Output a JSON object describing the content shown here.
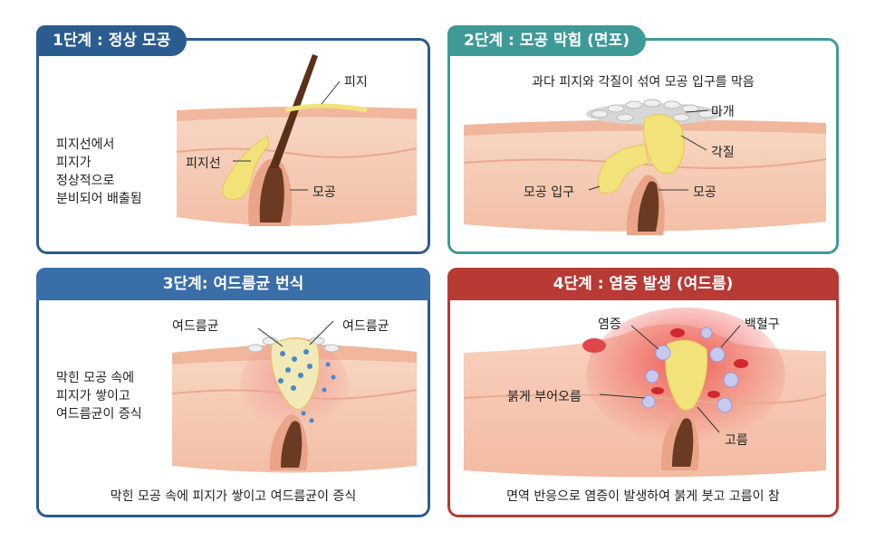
{
  "panel1": {
    "title": "1단계 : 정상 모공",
    "desc": [
      "피지선에서",
      "피지가",
      "정상적으로",
      "분비되어 배출됨"
    ],
    "labels": {
      "sebum": "피지",
      "gland": "피지선",
      "pore": "모공"
    }
  },
  "panel2": {
    "title": "2단계 : 모공 막힘 (면포)",
    "subtitle": "과다 피지와 각질이 섞여 모공 입구를 막음",
    "labels": {
      "plug": "마개",
      "keratin": "각질",
      "pore_entrance": "모공 입구",
      "pore": "모공"
    }
  },
  "panel3": {
    "title": "3단계: 여드름균 번식",
    "desc": [
      "막힌 모공 속에",
      "피지가 쌓이고",
      "여드름균이 증식"
    ],
    "labels": {
      "bacteria_left": "여드름균",
      "bacteria_right": "여드름균"
    },
    "caption": "막힌 모공 속에 피지가 쌓이고 여드름균이 증식"
  },
  "panel4": {
    "title": "4단계 : 염증 발생 (여드름)",
    "labels": {
      "inflammation": "염증",
      "wbc": "백혈구",
      "swelling": "붉게 부어오름",
      "pus": "고름"
    },
    "caption": "면역 반응으로 염증이 발생하여 붉게 붓고 고름이 참"
  },
  "colors": {
    "blue": "#2b5c90",
    "teal": "#3f9a97",
    "red": "#b73a35",
    "skin": "#f6cfb8",
    "sebum": "#f2e27a"
  }
}
